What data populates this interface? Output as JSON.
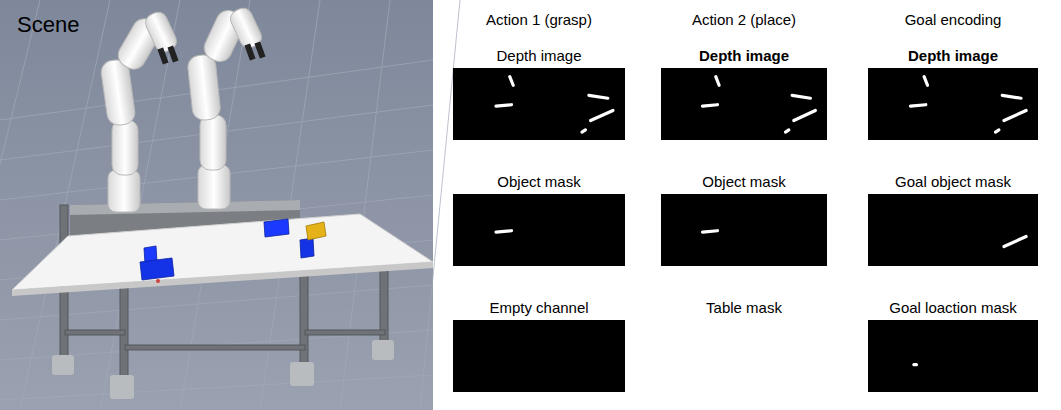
{
  "diagram": {
    "nodes": [
      {
        "text": [
          "Scene"
        ]
      },
      {
        "text": [
          "Depth image"
        ]
      },
      {
        "text": [
          "Depth image"
        ]
      },
      {
        "text": [
          "Depth image"
        ]
      },
      {
        "text": [
          "Object mask"
        ]
      },
      {
        "text": [
          "Object mask"
        ]
      },
      {
        "text": [
          "Goal object mask"
        ]
      },
      {
        "text": [
          "Empty channel"
        ]
      },
      {
        "text": [
          "Table mask"
        ]
      },
      {
        "text": [
          "Goal loaction mask"
        ]
      }
    ],
    "labels": [
      "Action 1 (grasp)",
      "Action 2 (place)",
      "Goal encoding"
    ]
  }
}
